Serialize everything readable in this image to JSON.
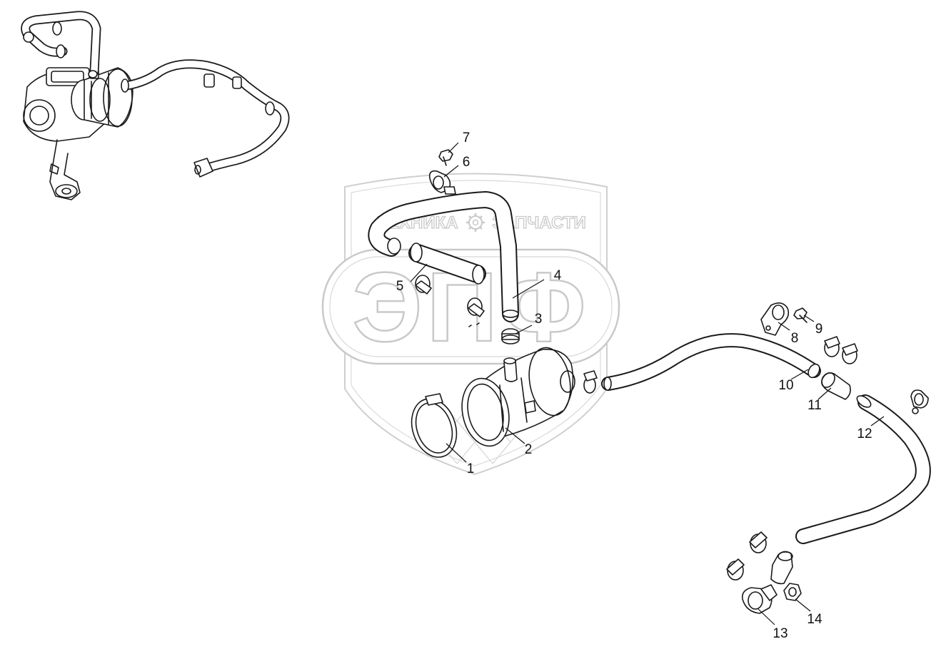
{
  "watermark": {
    "top_left": "ТЕХНИКА",
    "top_right": "ЗАПЧАСТИ",
    "logo": "ЭПФ"
  },
  "callouts": [
    {
      "id": "1",
      "label": "1"
    },
    {
      "id": "2",
      "label": "2"
    },
    {
      "id": "3",
      "label": "3"
    },
    {
      "id": "4",
      "label": "4"
    },
    {
      "id": "5",
      "label": "5"
    },
    {
      "id": "6",
      "label": "6"
    },
    {
      "id": "7",
      "label": "7"
    },
    {
      "id": "8",
      "label": "8"
    },
    {
      "id": "9",
      "label": "9"
    },
    {
      "id": "10",
      "label": "10"
    },
    {
      "id": "11",
      "label": "11"
    },
    {
      "id": "12",
      "label": "12"
    },
    {
      "id": "13",
      "label": "13"
    },
    {
      "id": "14",
      "label": "14"
    }
  ],
  "colors": {
    "line": "#1a1a1a",
    "watermark": "#c9c9c9",
    "background": "#ffffff"
  }
}
